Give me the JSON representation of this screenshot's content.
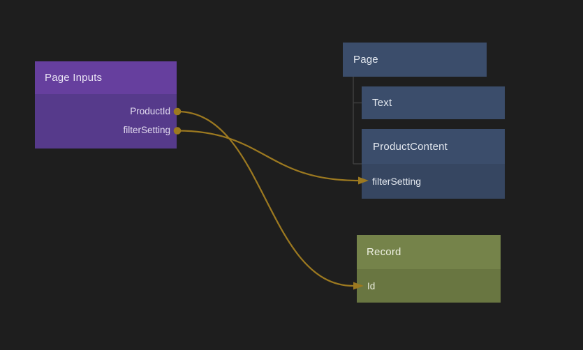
{
  "canvas": {
    "background_color": "#1e1e1e",
    "tree_line_color": "#3e3e3e",
    "wire_color": "#9c7920"
  },
  "nodes": {
    "page_inputs": {
      "title": "Page Inputs",
      "header_color": "#663f9e",
      "body_color": "#563a8b",
      "outputs": [
        {
          "label": "ProductId"
        },
        {
          "label": "filterSetting"
        }
      ]
    },
    "page": {
      "title": "Page",
      "color": "#3b4d6b"
    },
    "text": {
      "title": "Text",
      "color": "#3b4d6b"
    },
    "product_content": {
      "title": "ProductContent",
      "header_color": "#3b4d6b",
      "row_color": "#364661",
      "rows": [
        {
          "label": "filterSetting"
        }
      ]
    },
    "record": {
      "title": "Record",
      "header_color": "#75834a",
      "row_color": "#697641",
      "rows": [
        {
          "label": "Id"
        }
      ]
    }
  },
  "connections": [
    {
      "from": "Page Inputs.ProductId",
      "to": "Record.Id",
      "color": "#9c7920"
    },
    {
      "from": "Page Inputs.filterSetting",
      "to": "ProductContent.filterSetting",
      "color": "#9c7920"
    }
  ]
}
